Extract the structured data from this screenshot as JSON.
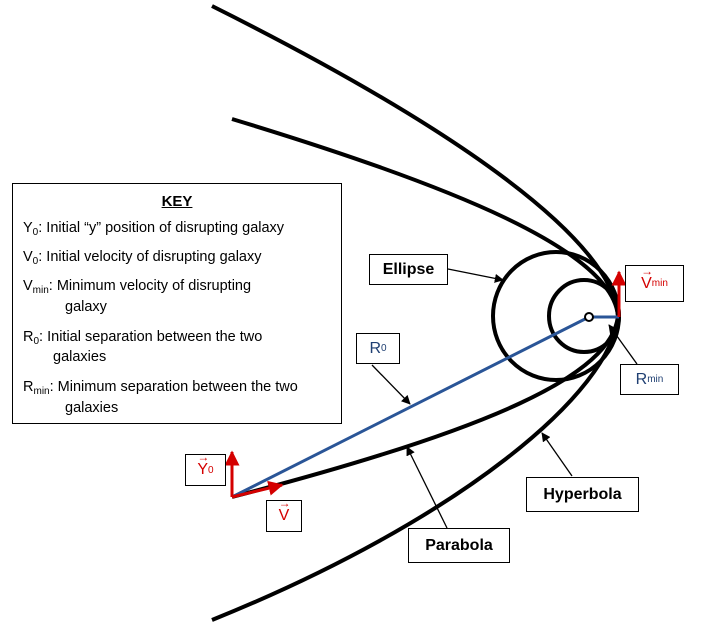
{
  "key": {
    "title": "KEY",
    "y0_sym": "Y",
    "y0_sub": "0",
    "y0_text": ": Initial “y” position of disrupting galaxy",
    "v0_sym": "V",
    "v0_sub": "0",
    "v0_text": ": Initial velocity of disrupting galaxy",
    "vmin_sym": "V",
    "vmin_sub": "min",
    "vmin_text": ": Minimum velocity of disrupting",
    "vmin_cont": "galaxy",
    "r0_sym": "R",
    "r0_sub": "0",
    "r0_text": ": Initial separation between the two",
    "r0_cont": "galaxies",
    "rmin_sym": "R",
    "rmin_sub": "min",
    "rmin_text": ": Minimum separation between the two",
    "rmin_cont": "galaxies"
  },
  "labels": {
    "ellipse": "Ellipse",
    "hyperbola": "Hyperbola",
    "parabola": "Parabola",
    "r0_sym": "R",
    "r0_sub": "0",
    "rmin_sym": "R",
    "rmin_sub": "min",
    "vmin_sym": "V",
    "vmin_sub": "min",
    "y0_sym": "Y",
    "y0_sub": "0",
    "v_sym": "V"
  },
  "colors": {
    "orbit": "#000000",
    "separation_line": "#2a5597",
    "vector": "#d40000"
  }
}
